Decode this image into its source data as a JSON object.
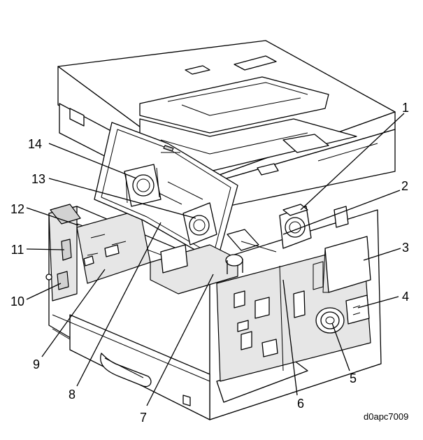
{
  "diagram": {
    "figure_code": "d0apc7009",
    "callouts": [
      {
        "id": "c1",
        "label": "1"
      },
      {
        "id": "c2",
        "label": "2"
      },
      {
        "id": "c3",
        "label": "3"
      },
      {
        "id": "c4",
        "label": "4"
      },
      {
        "id": "c5",
        "label": "5"
      },
      {
        "id": "c6",
        "label": "6"
      },
      {
        "id": "c7",
        "label": "7"
      },
      {
        "id": "c8",
        "label": "8"
      },
      {
        "id": "c9",
        "label": "9"
      },
      {
        "id": "c10",
        "label": "10"
      },
      {
        "id": "c11",
        "label": "11"
      },
      {
        "id": "c12",
        "label": "12"
      },
      {
        "id": "c13",
        "label": "13"
      },
      {
        "id": "c14",
        "label": "14"
      }
    ]
  }
}
